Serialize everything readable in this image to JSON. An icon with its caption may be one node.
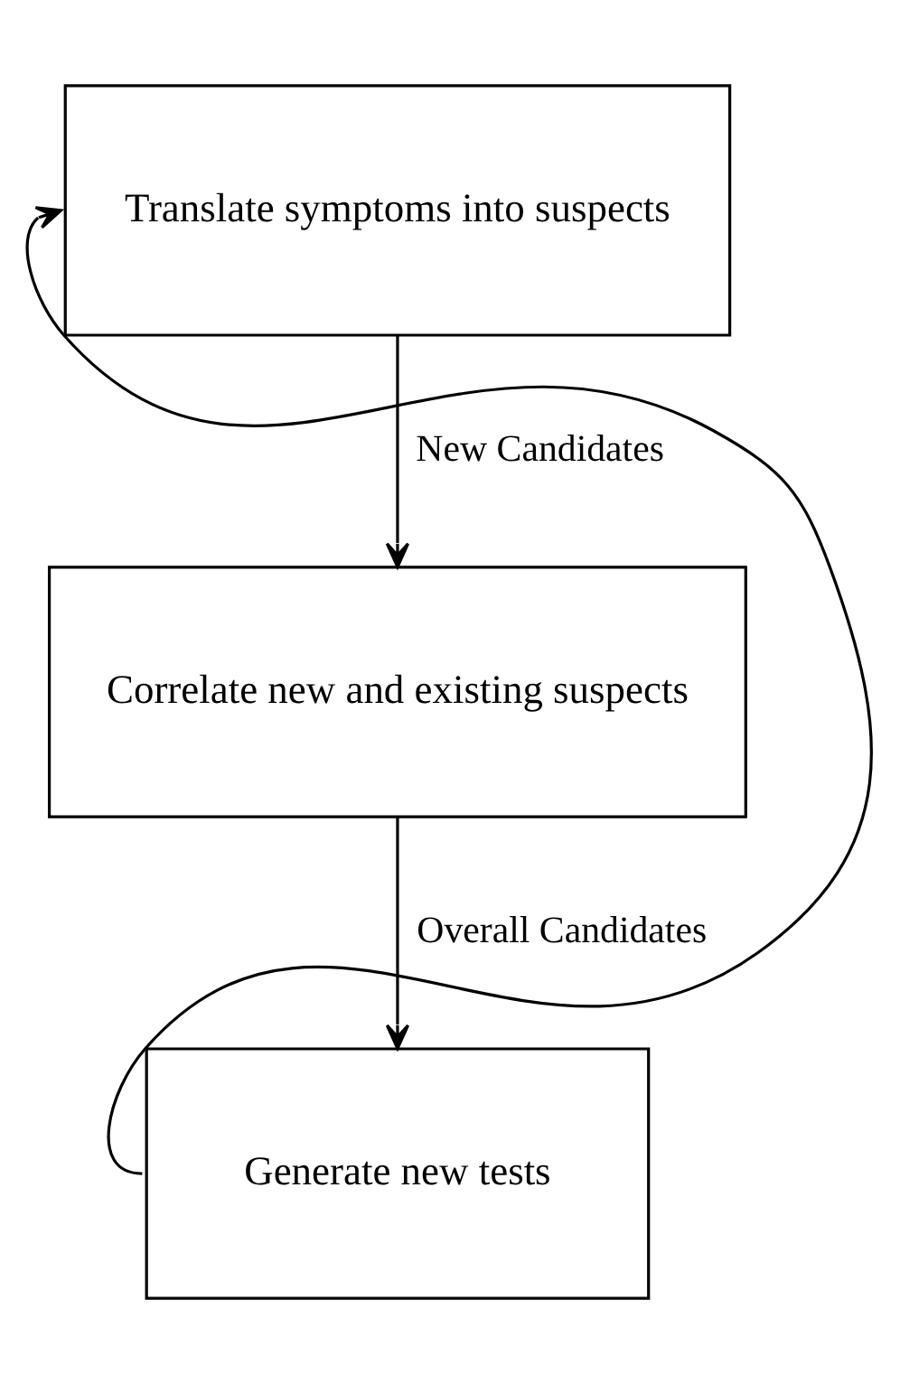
{
  "diagram": {
    "nodes": [
      {
        "text": [
          "Translate symptoms into suspects"
        ]
      },
      {
        "text": [
          "Correlate new and existing suspects"
        ]
      },
      {
        "text": [
          "Generate new tests"
        ]
      }
    ],
    "edges": [
      {
        "from": 0,
        "to": 1,
        "arrow": "to",
        "label": "New Candidates"
      },
      {
        "from": 1,
        "to": 2,
        "arrow": "to",
        "label": "Overall Candidates"
      },
      {
        "from": 2,
        "to": 0,
        "arrow": "to"
      }
    ]
  }
}
